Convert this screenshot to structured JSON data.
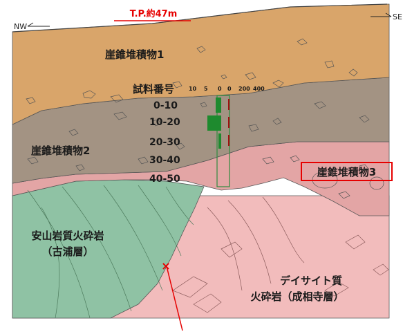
{
  "directions": {
    "left": "NW",
    "right": "SE"
  },
  "elevation": {
    "label": "T.P.約47m",
    "color": "#e60000"
  },
  "layers": {
    "talus1": {
      "label": "崖錐堆積物1",
      "color": "#d9a56a"
    },
    "talus2": {
      "label": "崖錐堆積物2",
      "color": "#a39383"
    },
    "talus3": {
      "label": "崖錐堆積物3",
      "color": "#e3a5a5"
    },
    "andesite": {
      "label_line1": "安山岩質火砕岩",
      "label_line2": "（古浦層）",
      "color": "#8fc2a4"
    },
    "dacite": {
      "label_line1": "デイサイト質",
      "label_line2": "火砕岩（成相寺層）",
      "color": "#f2bcbc"
    }
  },
  "samples": {
    "header": "試料番号",
    "scale_left": [
      "10",
      "5",
      "0"
    ],
    "scale_right": [
      "0",
      "200",
      "400"
    ],
    "ids": [
      "0-10",
      "10-20",
      "20-30",
      "30-40",
      "40-50"
    ],
    "green_values": [
      2,
      5,
      1,
      0,
      0
    ],
    "red_values": [
      40,
      20,
      10,
      0,
      0
    ],
    "green_color": "#1e8a2e",
    "red_color": "#a01010"
  },
  "marker": {
    "symbol": "×",
    "color": "#e60000"
  }
}
